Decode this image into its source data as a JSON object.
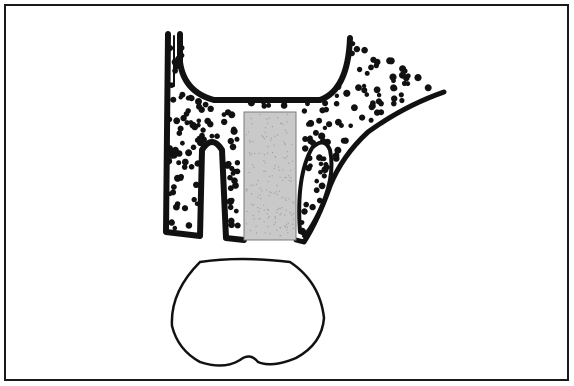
{
  "figure": {
    "background": "#ffffff",
    "frame_color": "#1a1a1a",
    "stroke_color": "#111111",
    "dot_color": "#111111",
    "implant_fill": "#c9c9c9",
    "implant_stroke": "#7a7a7a"
  },
  "components": {
    "upper_structure": "u-shaped-bone-section",
    "filling": "dotted-granular-fill",
    "insert": "gray-rectangular-implant",
    "lower_structure": "tooth-crown-outline"
  }
}
